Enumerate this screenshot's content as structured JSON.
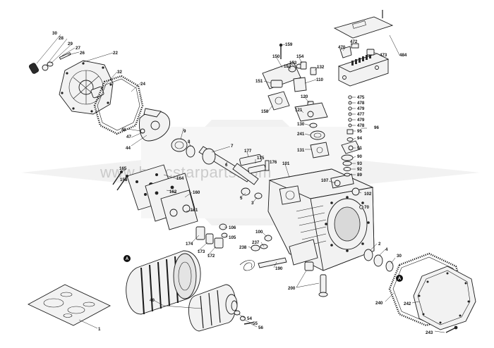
{
  "watermark": "www.hvacstarparts.com",
  "marker": "A",
  "parts": [
    {
      "id": "p30a",
      "n": "30"
    },
    {
      "id": "p28",
      "n": "28"
    },
    {
      "id": "p29",
      "n": "29"
    },
    {
      "id": "p27",
      "n": "27"
    },
    {
      "id": "p26",
      "n": "26"
    },
    {
      "id": "p22",
      "n": "22"
    },
    {
      "id": "p32",
      "n": "32"
    },
    {
      "id": "p24",
      "n": "24"
    },
    {
      "id": "p46",
      "n": "46"
    },
    {
      "id": "p47",
      "n": "47"
    },
    {
      "id": "p44",
      "n": "44"
    },
    {
      "id": "p9",
      "n": "9"
    },
    {
      "id": "p8",
      "n": "8"
    },
    {
      "id": "p7",
      "n": "7"
    },
    {
      "id": "p6",
      "n": "6"
    },
    {
      "id": "p177",
      "n": "177"
    },
    {
      "id": "p175",
      "n": "175"
    },
    {
      "id": "p176",
      "n": "176"
    },
    {
      "id": "p165",
      "n": "165"
    },
    {
      "id": "p158a",
      "n": "158"
    },
    {
      "id": "p164",
      "n": "164"
    },
    {
      "id": "p162",
      "n": "162"
    },
    {
      "id": "p160",
      "n": "160"
    },
    {
      "id": "p161",
      "n": "161"
    },
    {
      "id": "p5",
      "n": "5"
    },
    {
      "id": "p3",
      "n": "3"
    },
    {
      "id": "p174",
      "n": "174"
    },
    {
      "id": "p173",
      "n": "173"
    },
    {
      "id": "p172",
      "n": "172"
    },
    {
      "id": "p106",
      "n": "106"
    },
    {
      "id": "p105",
      "n": "105"
    },
    {
      "id": "p159",
      "n": "159"
    },
    {
      "id": "p150",
      "n": "150"
    },
    {
      "id": "p154",
      "n": "154"
    },
    {
      "id": "p153",
      "n": "153"
    },
    {
      "id": "p152",
      "n": "152"
    },
    {
      "id": "p151",
      "n": "151"
    },
    {
      "id": "p158b",
      "n": "158"
    },
    {
      "id": "p132",
      "n": "132"
    },
    {
      "id": "p110",
      "n": "110"
    },
    {
      "id": "p120",
      "n": "120"
    },
    {
      "id": "p121",
      "n": "121"
    },
    {
      "id": "p130",
      "n": "130"
    },
    {
      "id": "p241",
      "n": "241"
    },
    {
      "id": "p131",
      "n": "131"
    },
    {
      "id": "p101",
      "n": "101"
    },
    {
      "id": "p107",
      "n": "107"
    },
    {
      "id": "p100",
      "n": "100"
    },
    {
      "id": "p237",
      "n": "237"
    },
    {
      "id": "p238",
      "n": "238"
    },
    {
      "id": "p190",
      "n": "190"
    },
    {
      "id": "p200",
      "n": "200"
    },
    {
      "id": "p470",
      "n": "470"
    },
    {
      "id": "p472",
      "n": "472"
    },
    {
      "id": "p473",
      "n": "473"
    },
    {
      "id": "p484",
      "n": "484"
    },
    {
      "id": "p475",
      "n": "475"
    },
    {
      "id": "p478a",
      "n": "478"
    },
    {
      "id": "p479a",
      "n": "479"
    },
    {
      "id": "p477",
      "n": "477"
    },
    {
      "id": "p479b",
      "n": "479"
    },
    {
      "id": "p478b",
      "n": "478"
    },
    {
      "id": "p95",
      "n": "95"
    },
    {
      "id": "p96",
      "n": "96"
    },
    {
      "id": "p94",
      "n": "94"
    },
    {
      "id": "p91",
      "n": "91"
    },
    {
      "id": "p90",
      "n": "90"
    },
    {
      "id": "p93",
      "n": "93"
    },
    {
      "id": "p92",
      "n": "92"
    },
    {
      "id": "p89",
      "n": "89"
    },
    {
      "id": "p102",
      "n": "102"
    },
    {
      "id": "p70",
      "n": "70"
    },
    {
      "id": "p2",
      "n": "2"
    },
    {
      "id": "p4",
      "n": "4"
    },
    {
      "id": "p30b",
      "n": "30"
    },
    {
      "id": "p240",
      "n": "240"
    },
    {
      "id": "p242",
      "n": "242"
    },
    {
      "id": "p243",
      "n": "243"
    },
    {
      "id": "p1",
      "n": "1"
    },
    {
      "id": "p40",
      "n": "40"
    },
    {
      "id": "p54",
      "n": "54"
    },
    {
      "id": "p55",
      "n": "55"
    },
    {
      "id": "p56",
      "n": "56"
    }
  ]
}
